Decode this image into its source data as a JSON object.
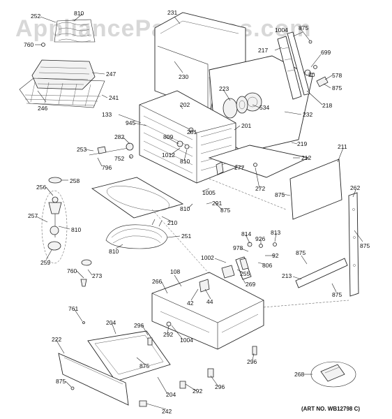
{
  "watermark": "AppliancePartsPros.com",
  "art_number": "(ART NO. WB12798 C)",
  "labels": [
    {
      "id": "252",
      "text": "252"
    },
    {
      "id": "810a",
      "text": "810"
    },
    {
      "id": "760a",
      "text": "760"
    },
    {
      "id": "247",
      "text": "247"
    },
    {
      "id": "241",
      "text": "241"
    },
    {
      "id": "246",
      "text": "246"
    },
    {
      "id": "231",
      "text": "231"
    },
    {
      "id": "230",
      "text": "230"
    },
    {
      "id": "1004a",
      "text": "1004"
    },
    {
      "id": "875a",
      "text": "875"
    },
    {
      "id": "217",
      "text": "217"
    },
    {
      "id": "699",
      "text": "699"
    },
    {
      "id": "20",
      "text": "20"
    },
    {
      "id": "578",
      "text": "578"
    },
    {
      "id": "875b",
      "text": "875"
    },
    {
      "id": "218",
      "text": "218"
    },
    {
      "id": "223",
      "text": "223"
    },
    {
      "id": "534",
      "text": "534"
    },
    {
      "id": "232",
      "text": "232"
    },
    {
      "id": "133",
      "text": "133"
    },
    {
      "id": "945",
      "text": "945"
    },
    {
      "id": "202",
      "text": "202"
    },
    {
      "id": "201",
      "text": "201"
    },
    {
      "id": "261",
      "text": "261"
    },
    {
      "id": "809",
      "text": "809"
    },
    {
      "id": "1012",
      "text": "1012"
    },
    {
      "id": "810b",
      "text": "810"
    },
    {
      "id": "282",
      "text": "282"
    },
    {
      "id": "253",
      "text": "253"
    },
    {
      "id": "752",
      "text": "752"
    },
    {
      "id": "796",
      "text": "796"
    },
    {
      "id": "219",
      "text": "219"
    },
    {
      "id": "211",
      "text": "211"
    },
    {
      "id": "212",
      "text": "212"
    },
    {
      "id": "277",
      "text": "277"
    },
    {
      "id": "272",
      "text": "272"
    },
    {
      "id": "875c",
      "text": "875"
    },
    {
      "id": "262",
      "text": "262"
    },
    {
      "id": "258",
      "text": "258"
    },
    {
      "id": "256",
      "text": "256"
    },
    {
      "id": "1005",
      "text": "1005"
    },
    {
      "id": "291",
      "text": "291"
    },
    {
      "id": "810c",
      "text": "810"
    },
    {
      "id": "875d",
      "text": "875"
    },
    {
      "id": "210",
      "text": "210"
    },
    {
      "id": "257",
      "text": "257"
    },
    {
      "id": "810d",
      "text": "810"
    },
    {
      "id": "251",
      "text": "251"
    },
    {
      "id": "875e",
      "text": "875"
    },
    {
      "id": "259",
      "text": "259"
    },
    {
      "id": "810e",
      "text": "810"
    },
    {
      "id": "814",
      "text": "814"
    },
    {
      "id": "813",
      "text": "813"
    },
    {
      "id": "926",
      "text": "926"
    },
    {
      "id": "978",
      "text": "978"
    },
    {
      "id": "92",
      "text": "92"
    },
    {
      "id": "1002",
      "text": "1002"
    },
    {
      "id": "806",
      "text": "806"
    },
    {
      "id": "875f",
      "text": "875"
    },
    {
      "id": "760b",
      "text": "760"
    },
    {
      "id": "273",
      "text": "273"
    },
    {
      "id": "108",
      "text": "108"
    },
    {
      "id": "255",
      "text": "255"
    },
    {
      "id": "266",
      "text": "266"
    },
    {
      "id": "269",
      "text": "269"
    },
    {
      "id": "213",
      "text": "213"
    },
    {
      "id": "42",
      "text": "42"
    },
    {
      "id": "44",
      "text": "44"
    },
    {
      "id": "875g",
      "text": "875"
    },
    {
      "id": "761",
      "text": "761"
    },
    {
      "id": "204a",
      "text": "204"
    },
    {
      "id": "296a",
      "text": "296"
    },
    {
      "id": "222",
      "text": "222"
    },
    {
      "id": "292a",
      "text": "292"
    },
    {
      "id": "1004b",
      "text": "1004"
    },
    {
      "id": "875h",
      "text": "875"
    },
    {
      "id": "296b",
      "text": "296"
    },
    {
      "id": "875i",
      "text": "875"
    },
    {
      "id": "204b",
      "text": "204"
    },
    {
      "id": "292b",
      "text": "292"
    },
    {
      "id": "296c",
      "text": "296"
    },
    {
      "id": "268",
      "text": "268"
    },
    {
      "id": "242",
      "text": "242"
    }
  ]
}
